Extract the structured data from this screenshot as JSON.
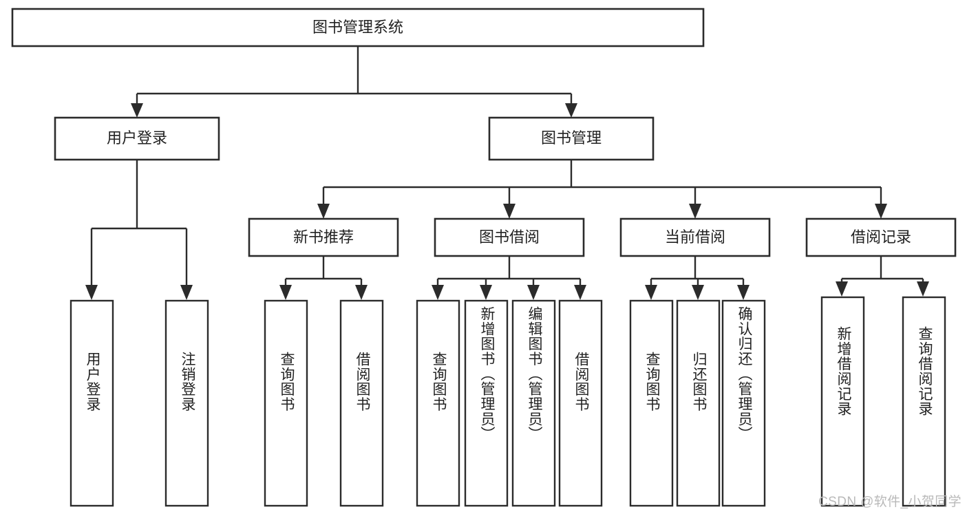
{
  "diagram": {
    "type": "tree",
    "title": "图书管理系统",
    "orientation": "top-down",
    "colors": {
      "box_stroke": "#2b2b2b",
      "box_fill": "#ffffff",
      "connector": "#2b2b2b",
      "text": "#222222",
      "watermark": "#b9b9b9",
      "background": "#ffffff"
    },
    "root": {
      "label": "图书管理系统"
    },
    "level2": [
      {
        "label": "用户登录"
      },
      {
        "label": "图书管理"
      }
    ],
    "level3": [
      {
        "label": "新书推荐"
      },
      {
        "label": "图书借阅"
      },
      {
        "label": "当前借阅"
      },
      {
        "label": "借阅记录"
      }
    ],
    "leaves": [
      {
        "label": "用户登录",
        "parent": "用户登录"
      },
      {
        "label": "注销登录",
        "parent": "用户登录"
      },
      {
        "label": "查询图书",
        "parent": "新书推荐"
      },
      {
        "label": "借阅图书",
        "parent": "新书推荐"
      },
      {
        "label": "查询图书",
        "parent": "图书借阅"
      },
      {
        "label": "新增图书（管理员）",
        "parent": "图书借阅"
      },
      {
        "label": "编辑图书（管理员）",
        "parent": "图书借阅"
      },
      {
        "label": "借阅图书",
        "parent": "图书借阅"
      },
      {
        "label": "查询图书",
        "parent": "当前借阅"
      },
      {
        "label": "归还图书",
        "parent": "当前借阅"
      },
      {
        "label": "确认归还（管理员）",
        "parent": "当前借阅"
      },
      {
        "label": "新增借阅记录",
        "parent": "借阅记录"
      },
      {
        "label": "查询借阅记录",
        "parent": "借阅记录"
      }
    ]
  },
  "watermark": {
    "text": "CSDN @软件_小贺同学"
  }
}
